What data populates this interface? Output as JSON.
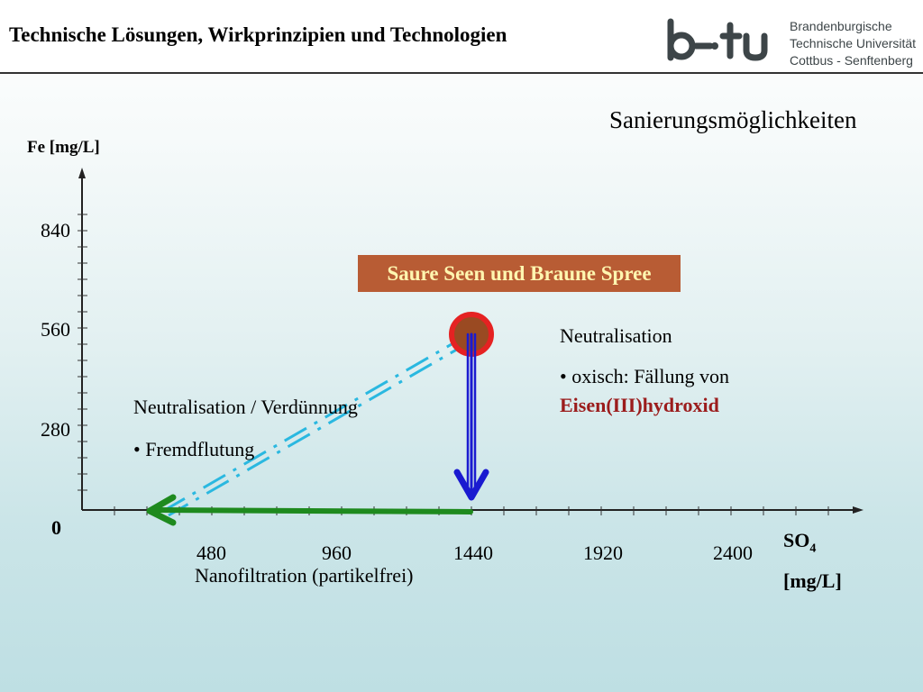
{
  "header": {
    "title": "Technische Lösungen, Wirkprinzipien und Technologien",
    "logo_text": "b-tu",
    "university_lines": [
      "Brandenburgische",
      "Technische Universität",
      "Cottbus - Senftenberg"
    ]
  },
  "slide_title": "Sanierungsmöglichkeiten",
  "y_axis": {
    "title": "Fe [mg/L]",
    "ticks": [
      "840",
      "560",
      "280"
    ],
    "origin": "0"
  },
  "x_axis": {
    "title": "SO",
    "subscript": "4",
    "unit": "[mg/L]",
    "ticks": [
      "480",
      "960",
      "1440",
      "1920",
      "2400"
    ]
  },
  "box_label": "Saure Seen und Braune Spree",
  "right_note": {
    "heading": "Neutralisation",
    "bullet": "• oxisch: Fällung von",
    "emphasis": "Eisen(III)hydroxid"
  },
  "left_note": {
    "heading": "Neutralisation / Verdünnung",
    "bullet": "• Fremdflutung"
  },
  "bottom_note": "Nanofiltration (partikelfrei)",
  "colors": {
    "box": "#b85c34",
    "box_text": "#fff6b0",
    "circle": "#d42020",
    "down_arrow": "#1a1ad0",
    "green_arrow": "#1e8a1e",
    "dash": "#2ab8e0"
  }
}
